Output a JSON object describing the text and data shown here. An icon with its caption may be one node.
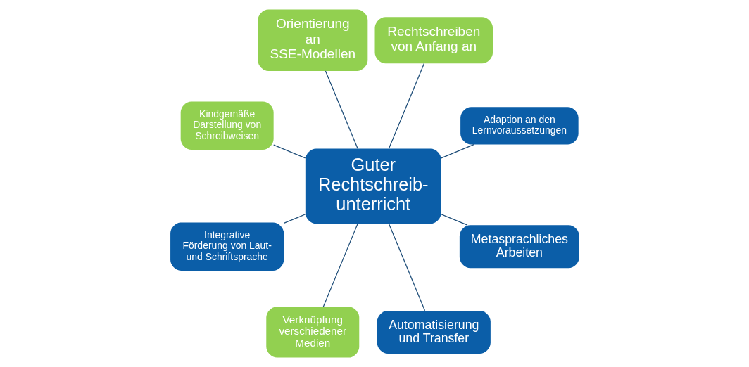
{
  "diagram": {
    "nodes": [
      {
        "text": [
          "Guter Rechtschreib- unterricht"
        ]
      },
      {
        "text": [
          "Adaption an den Lernvoraussetzungen"
        ]
      },
      {
        "text": [
          "Rechtschreiben von Anfang an"
        ]
      },
      {
        "text": [
          "Orientierung an SSE-Modellen"
        ]
      },
      {
        "text": [
          "Kindgemäße Darstellung von Schreibweisen"
        ]
      },
      {
        "text": [
          "Integrative Förderung von Laut- und Schriftsprache"
        ]
      },
      {
        "text": [
          "Verknüpfung verschiedener Medien"
        ]
      },
      {
        "text": [
          "Automatisierung und Transfer"
        ]
      },
      {
        "text": [
          "Metasprachliches Arbeiten"
        ]
      }
    ],
    "edges": [
      {
        "from": 0,
        "to": 1,
        "arrow": "none"
      },
      {
        "from": 0,
        "to": 2,
        "arrow": "none"
      },
      {
        "from": 0,
        "to": 3,
        "arrow": "none"
      },
      {
        "from": 0,
        "to": 4,
        "arrow": "none"
      },
      {
        "from": 0,
        "to": 5,
        "arrow": "none"
      },
      {
        "from": 0,
        "to": 6,
        "arrow": "none"
      },
      {
        "from": 0,
        "to": 7,
        "arrow": "none"
      },
      {
        "from": 0,
        "to": 8,
        "arrow": "none"
      }
    ]
  }
}
